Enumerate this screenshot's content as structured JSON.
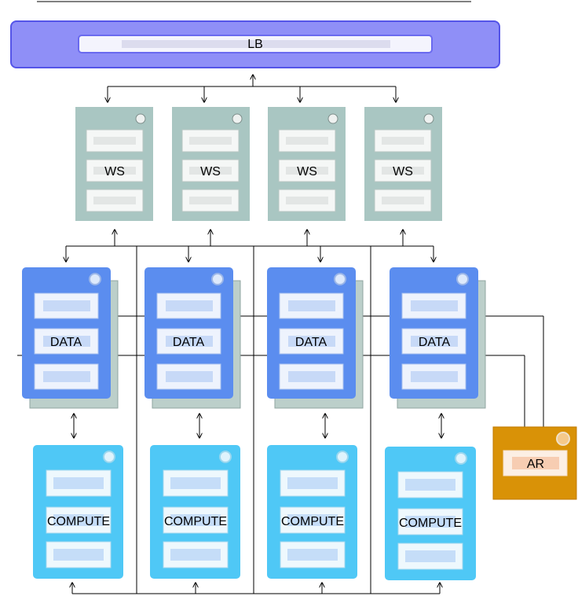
{
  "labels": {
    "load_balancer": "LB",
    "web_server": "WS",
    "data_node": "DATA",
    "compute_node": "COMPUTE",
    "archive": "AR"
  },
  "colors": {
    "lb_fill": "#8f8ff7",
    "lb_border": "#5454e8",
    "ws_fill": "#a9c6c2",
    "data_fill": "#5b8def",
    "data_shadow": "#bccfca",
    "compute_fill": "#4fc8f6",
    "ar_fill": "#d99207",
    "ar_border": "#c07a00"
  }
}
